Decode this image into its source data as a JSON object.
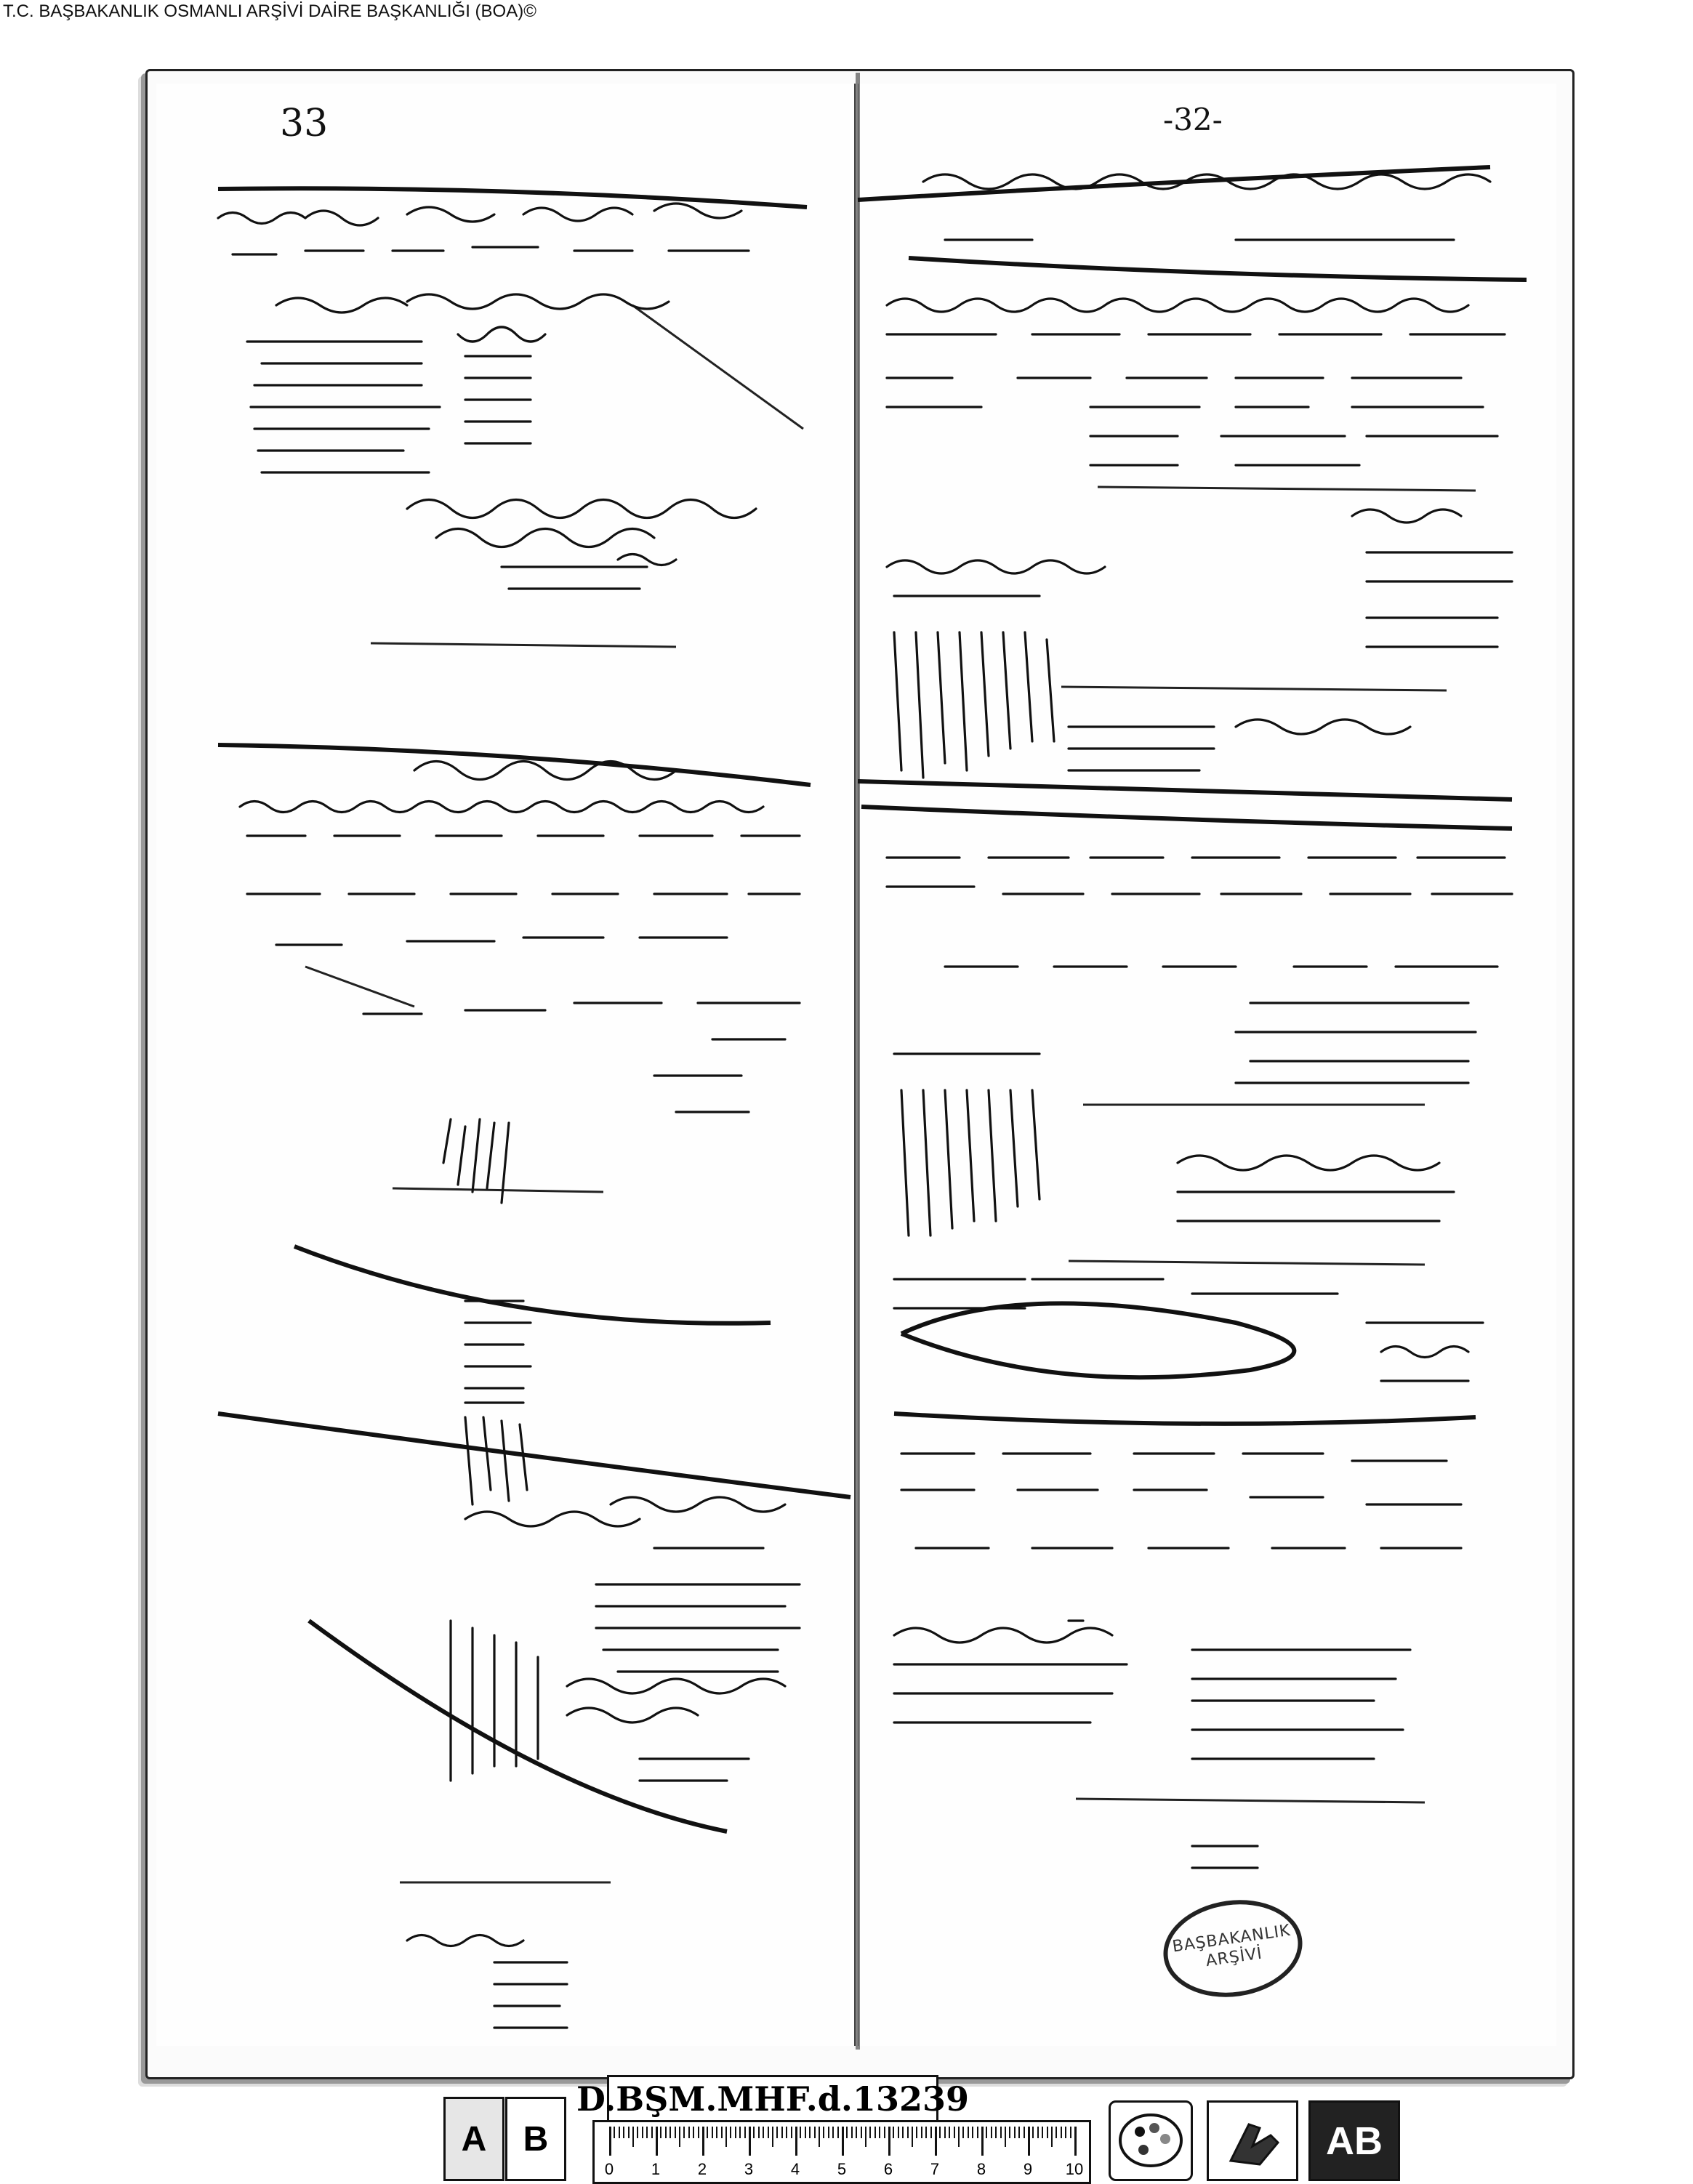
{
  "header": {
    "archive_watermark": "T.C. BAŞBAKANLIK OSMANLI ARŞİVİ DAİRE BAŞKANLIĞI (BOA)©"
  },
  "document": {
    "left_page_number": "33",
    "right_page_number": "-32-"
  },
  "stamp": {
    "line1": "BAŞBAKANLIK",
    "line2": "ARŞİVİ"
  },
  "footer": {
    "tile_a": "A",
    "tile_b": "B",
    "reference_code": "D.BŞM.MHF.d.13239",
    "ruler_ticks": [
      "0",
      "1",
      "2",
      "3",
      "4",
      "5",
      "6",
      "7",
      "8",
      "9",
      "10"
    ],
    "logo": "AB"
  }
}
